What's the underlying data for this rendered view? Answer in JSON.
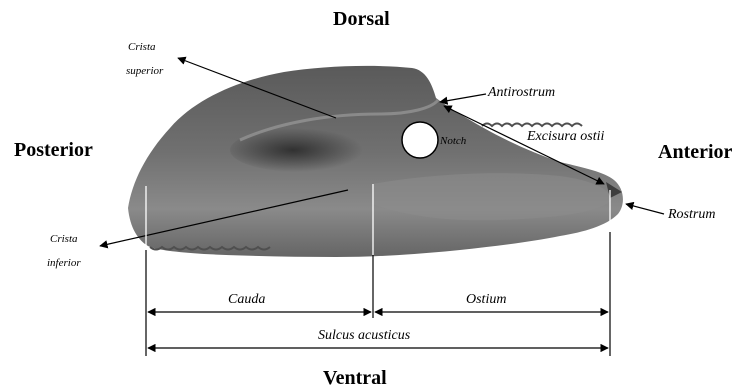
{
  "orientation": {
    "dorsal": "Dorsal",
    "ventral": "Ventral",
    "posterior": "Posterior",
    "anterior": "Anterior"
  },
  "labels": {
    "crista_superior_1": "Crista",
    "crista_superior_2": "superior",
    "crista_inferior_1": "Crista",
    "crista_inferior_2": "inferior",
    "antirostrum": "Antirostrum",
    "notch": "Notch",
    "excisura_ostii": "Excisura ostii",
    "rostrum": "Rostrum",
    "cauda": "Cauda",
    "ostium": "Ostium",
    "sulcus_acusticus": "Sulcus acusticus"
  },
  "colors": {
    "otolith_body": "#6b6b6b",
    "otolith_shade": "#3e3e3e",
    "otolith_light": "#8f8f8f",
    "background": "#ffffff",
    "annotation": "#000000"
  }
}
